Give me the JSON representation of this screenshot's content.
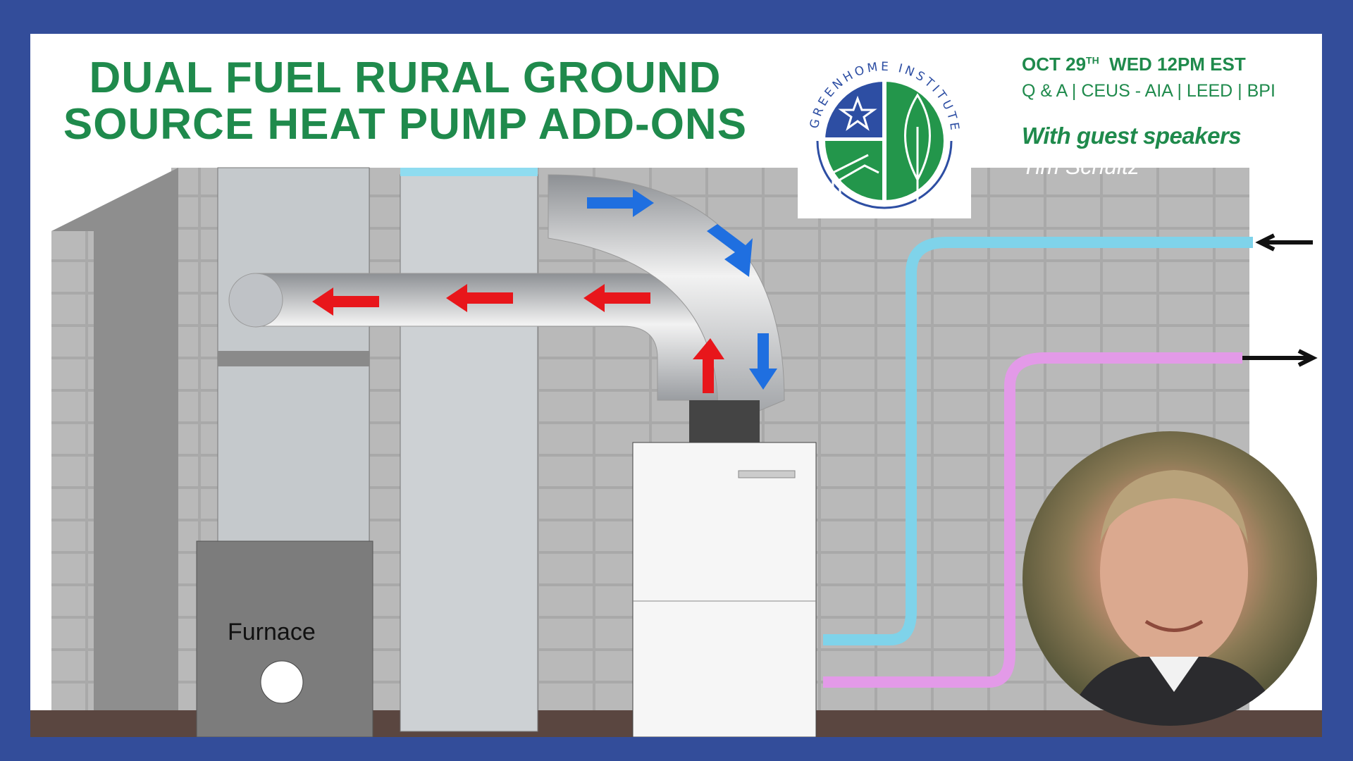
{
  "title": {
    "line1": "DUAL FUEL RURAL GROUND",
    "line2": "SOURCE HEAT PUMP ADD-ONS"
  },
  "logo": {
    "text": "GREENHOME INSTITUTE"
  },
  "event": {
    "date_main": "OCT 29",
    "date_sup": "TH",
    "date_rest": "WED 12PM EST",
    "credits": "Q & A | CEUS - AIA | LEED | BPI",
    "with_label": "With guest speakers",
    "speaker": "Tim Schultz"
  },
  "illustration": {
    "furnace_label": "Furnace"
  },
  "colors": {
    "frame": "#334d9a",
    "brand_green": "#1f8a4c",
    "logo_blue": "#2d4ea3",
    "cold_pipe": "#7fd3ea",
    "warm_pipe": "#e39ae8",
    "arrow_red": "#e8161b",
    "arrow_blue": "#1f6fe0"
  }
}
